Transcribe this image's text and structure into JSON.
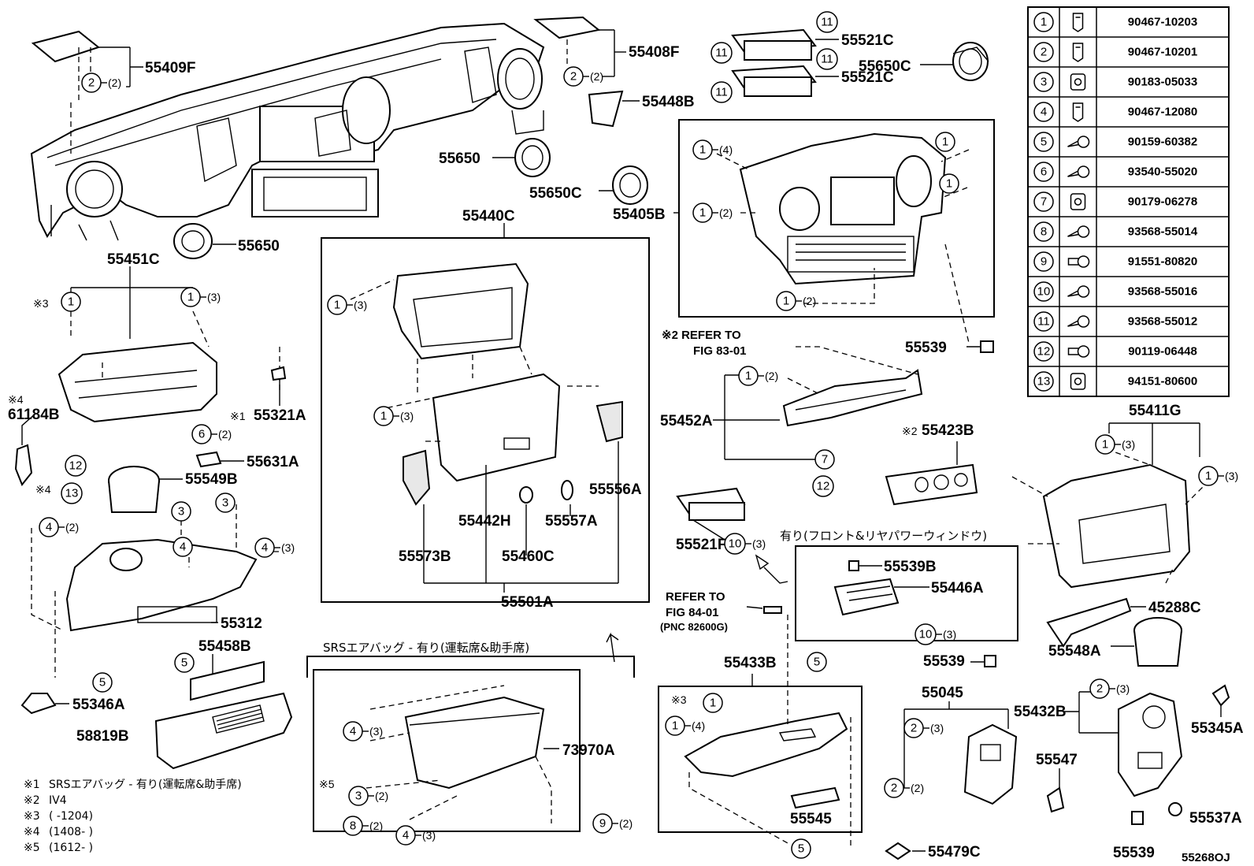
{
  "diagram_id": "55268OJ",
  "fastener_table": [
    {
      "num": "1",
      "part": "90467-10203",
      "icon": "clip-icon"
    },
    {
      "num": "2",
      "part": "90467-10201",
      "icon": "clip-icon"
    },
    {
      "num": "3",
      "part": "90183-05033",
      "icon": "nut-icon"
    },
    {
      "num": "4",
      "part": "90467-12080",
      "icon": "clip-icon"
    },
    {
      "num": "5",
      "part": "90159-60382",
      "icon": "screw-icon"
    },
    {
      "num": "6",
      "part": "93540-55020",
      "icon": "screw-icon"
    },
    {
      "num": "7",
      "part": "90179-06278",
      "icon": "nut-icon"
    },
    {
      "num": "8",
      "part": "93568-55014",
      "icon": "screw-icon"
    },
    {
      "num": "9",
      "part": "91551-80820",
      "icon": "bolt-icon"
    },
    {
      "num": "10",
      "part": "93568-55016",
      "icon": "screw-icon"
    },
    {
      "num": "11",
      "part": "93568-55012",
      "icon": "screw-icon"
    },
    {
      "num": "12",
      "part": "90119-06448",
      "icon": "bolt-icon"
    },
    {
      "num": "13",
      "part": "94151-80600",
      "icon": "nut-icon"
    }
  ],
  "part_labels": {
    "p55409F": "55409F",
    "p55408F": "55408F",
    "p55521C_a": "55521C",
    "p55521C_b": "55521C",
    "p55650C_a": "55650C",
    "p55448B": "55448B",
    "p55650_a": "55650",
    "p55650C_b": "55650C",
    "p55405B": "55405B",
    "p55650_b": "55650",
    "p55451C": "55451C",
    "p55440C": "55440C",
    "p61184B": "61184B",
    "p55321A": "55321A",
    "p55631A": "55631A",
    "p55549B": "55549B",
    "p55312": "55312",
    "p55458B": "55458B",
    "p55346A": "55346A",
    "p58819B": "58819B",
    "p55556A": "55556A",
    "p55442H": "55442H",
    "p55557A": "55557A",
    "p55573B": "55573B",
    "p55460C": "55460C",
    "p55501A": "55501A",
    "p55539_a": "55539",
    "p55452A": "55452A",
    "p55423B": "55423B",
    "p55411G": "55411G",
    "p55521F": "55521F",
    "p55539B": "55539B",
    "p55446A": "55446A",
    "p45288C": "45288C",
    "p55548A": "55548A",
    "p73970A": "73970A",
    "p55433B": "55433B",
    "p55545": "55545",
    "p55539_b": "55539",
    "p55045": "55045",
    "p55432B": "55432B",
    "p55345A": "55345A",
    "p55547": "55547",
    "p55537A": "55537A",
    "p55539_c": "55539",
    "p55479C": "55479C"
  },
  "annotations": {
    "refer_83_line1": "※2 REFER TO",
    "refer_83_line2": "FIG 83-01",
    "refer_84_line1": "REFER TO",
    "refer_84_line2": "FIG 84-01",
    "refer_84_line3": "(PNC 82600G)",
    "power_window": "有り(フロント&リヤパワーウィンドウ)",
    "srs_airbag": "SRSエアバッグ - 有り(運転席&助手席)",
    "mark_x1": "※1",
    "mark_x2": "※2",
    "mark_x3": "※3",
    "mark_x4": "※4",
    "mark_x5": "※5"
  },
  "legend": [
    {
      "mark": "※1",
      "text": "SRSエアバッグ - 有り(運転席&助手席)"
    },
    {
      "mark": "※2",
      "text": "IV4"
    },
    {
      "mark": "※3",
      "text": "(      -1204)"
    },
    {
      "mark": "※4",
      "text": "(1408-      )"
    },
    {
      "mark": "※5",
      "text": "(1612-      )"
    }
  ],
  "qty_labels": {
    "q2": "(2)",
    "q3": "(3)",
    "q4": "(4)"
  }
}
